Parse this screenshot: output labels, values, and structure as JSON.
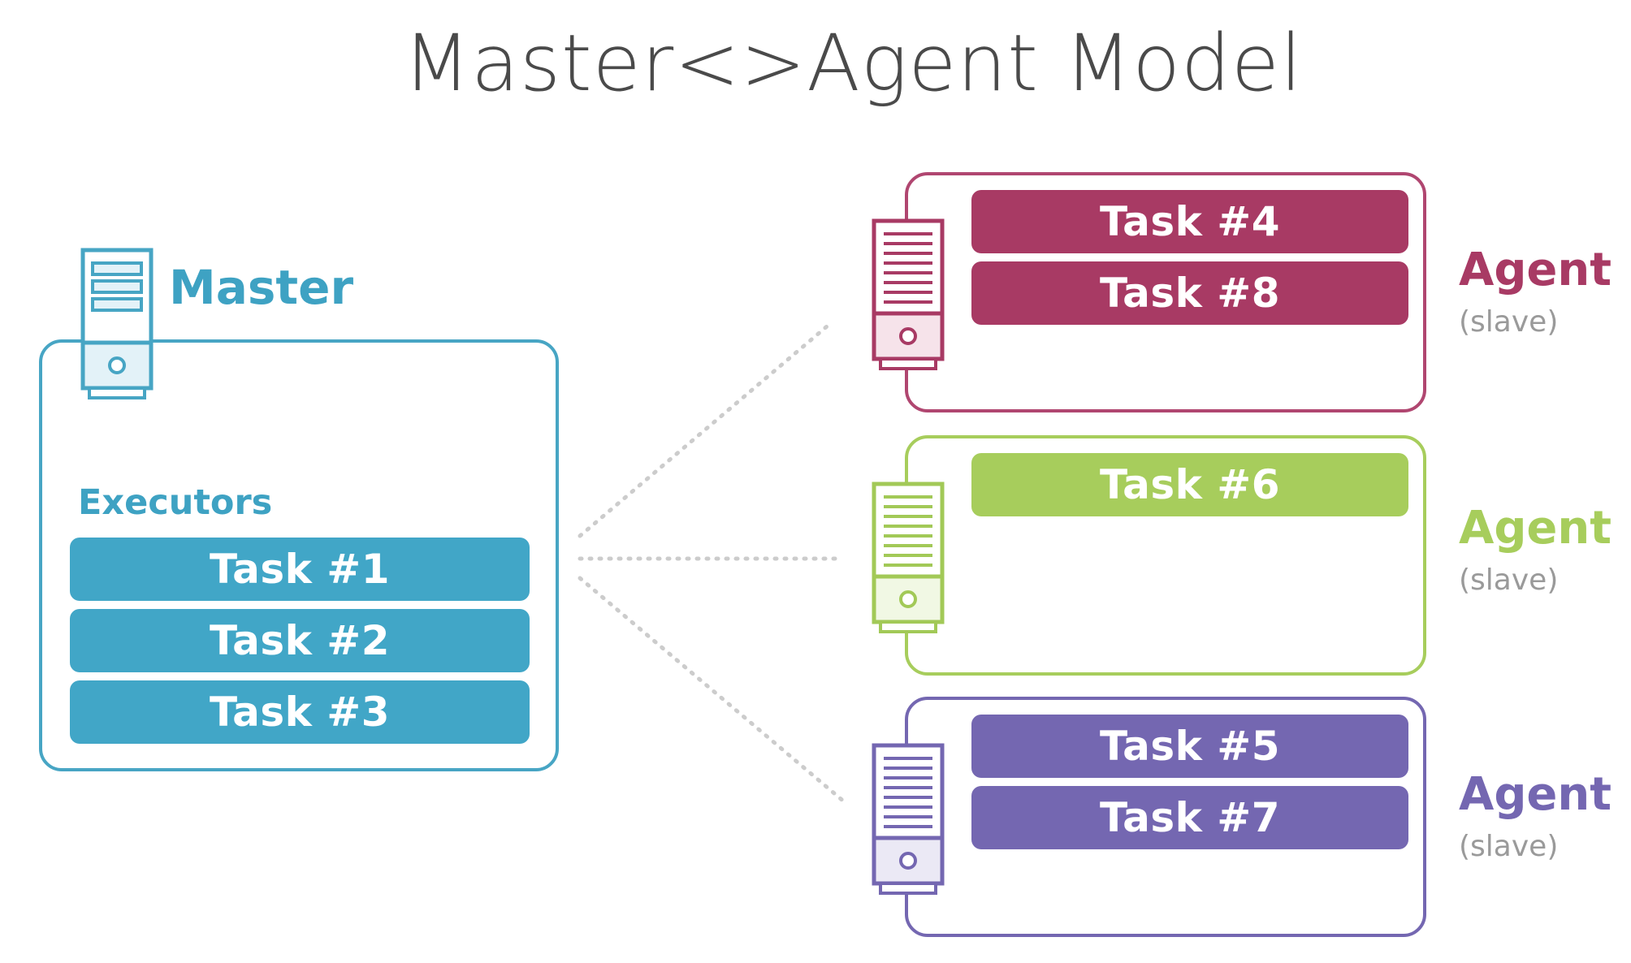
{
  "title": "Master<>Agent Model",
  "colors": {
    "master": "#41a6c7",
    "agent1": "#a83a64",
    "agent2": "#a7cd5c",
    "agent3": "#7467b1",
    "connector": "#cccccc",
    "subtitle": "#9a9a9a"
  },
  "master": {
    "label": "Master",
    "executors_label": "Executors",
    "tasks": [
      "Task #1",
      "Task #2",
      "Task #3"
    ]
  },
  "agents": [
    {
      "label": "Agent",
      "sublabel": "(slave)",
      "tasks": [
        "Task #4",
        "Task #8"
      ]
    },
    {
      "label": "Agent",
      "sublabel": "(slave)",
      "tasks": [
        "Task #6"
      ]
    },
    {
      "label": "Agent",
      "sublabel": "(slave)",
      "tasks": [
        "Task #5",
        "Task #7"
      ]
    }
  ]
}
